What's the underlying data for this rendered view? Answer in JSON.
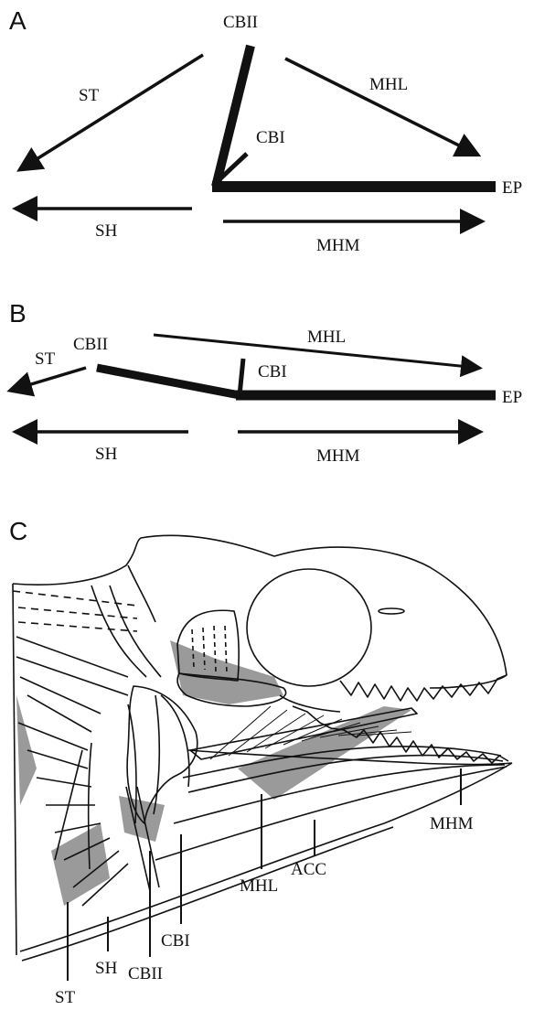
{
  "panels": {
    "a": {
      "letter": "A",
      "labels": {
        "cbii": "CBII",
        "st": "ST",
        "mhl": "MHL",
        "cbi": "CBI",
        "ep": "EP",
        "sh": "SH",
        "mhm": "MHM"
      }
    },
    "b": {
      "letter": "B",
      "labels": {
        "st": "ST",
        "cbii": "CBII",
        "mhl": "MHL",
        "cbi": "CBI",
        "ep": "EP",
        "sh": "SH",
        "mhm": "MHM"
      }
    },
    "c": {
      "letter": "C",
      "labels": {
        "mhm": "MHM",
        "acc": "ACC",
        "mhl": "MHL",
        "cbi": "CBI",
        "st": "ST",
        "sh": "SH",
        "cbii": "CBII"
      }
    }
  },
  "colors": {
    "ink": "#111111",
    "muscle_shade": "#9a9a9a",
    "background": "#ffffff"
  }
}
